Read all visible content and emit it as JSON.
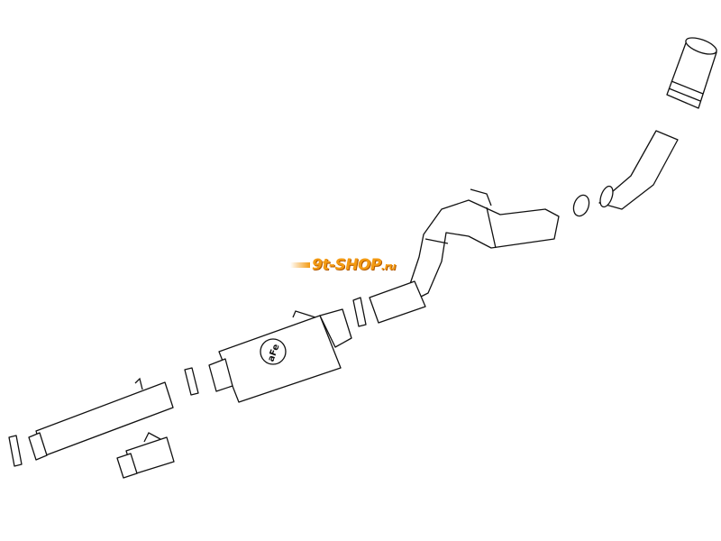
{
  "diagram": {
    "watermark": {
      "main": "9t-SHOP",
      "suffix": ".ru"
    },
    "muffler_logo": "aFe",
    "colors": {
      "line": "#111111",
      "watermark": "#f39a12"
    }
  }
}
